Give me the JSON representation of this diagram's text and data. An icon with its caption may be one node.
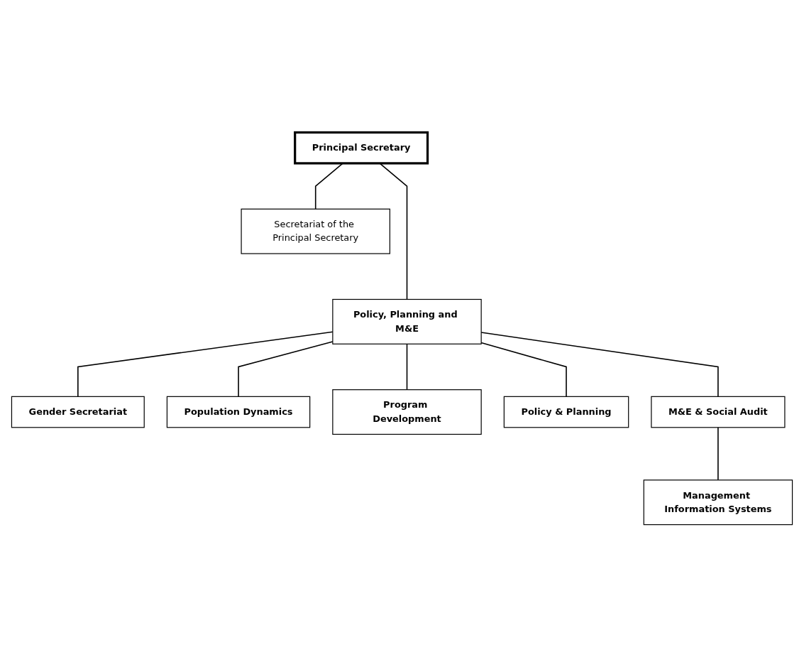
{
  "diagram": {
    "nodes": [
      {
        "text": [
          "Principal Secretary"
        ]
      },
      {
        "text": [
          "Secretariat of the Principal Secretary"
        ]
      },
      {
        "text": [
          "Policy, Planning and M&E"
        ]
      },
      {
        "text": [
          "Gender Secretariat"
        ]
      },
      {
        "text": [
          "Population Dynamics"
        ]
      },
      {
        "text": [
          "Program Development"
        ]
      },
      {
        "text": [
          "Policy & Planning"
        ]
      },
      {
        "text": [
          "M&E & Social Audit"
        ]
      },
      {
        "text": [
          "Management Information Systems"
        ]
      }
    ],
    "edges": [
      {
        "from": 0,
        "to": 1,
        "arrow": "none"
      },
      {
        "from": 0,
        "to": 2,
        "arrow": "none"
      },
      {
        "from": 2,
        "to": 3,
        "arrow": "none"
      },
      {
        "from": 2,
        "to": 4,
        "arrow": "none"
      },
      {
        "from": 2,
        "to": 5,
        "arrow": "none"
      },
      {
        "from": 2,
        "to": 6,
        "arrow": "none"
      },
      {
        "from": 2,
        "to": 7,
        "arrow": "none"
      },
      {
        "from": 7,
        "to": 8,
        "arrow": "none"
      }
    ]
  }
}
